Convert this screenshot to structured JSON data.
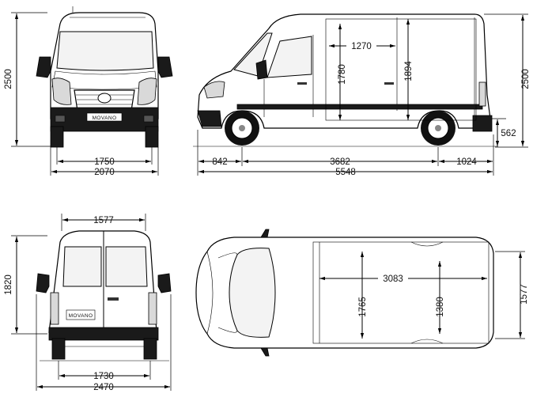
{
  "model_badge": "MOVANO",
  "front_view": {
    "height": "2500",
    "track_width": "1750",
    "overall_width": "2070"
  },
  "side_view": {
    "overall_height": "2500",
    "cargo_length_upper": "1270",
    "cargo_height_inner": "1780",
    "cargo_height_total": "1894",
    "ground_clearance": "562",
    "front_overhang": "842",
    "wheelbase": "3682",
    "rear_overhang": "1024",
    "overall_length": "5548"
  },
  "rear_view": {
    "door_opening_width": "1577",
    "door_opening_height": "1820",
    "rear_track": "1730",
    "width_with_mirrors": "2470"
  },
  "top_view": {
    "cargo_floor_length": "3083",
    "cargo_width_max": "1765",
    "width_between_arches": "1380",
    "loading_width": "1577"
  }
}
